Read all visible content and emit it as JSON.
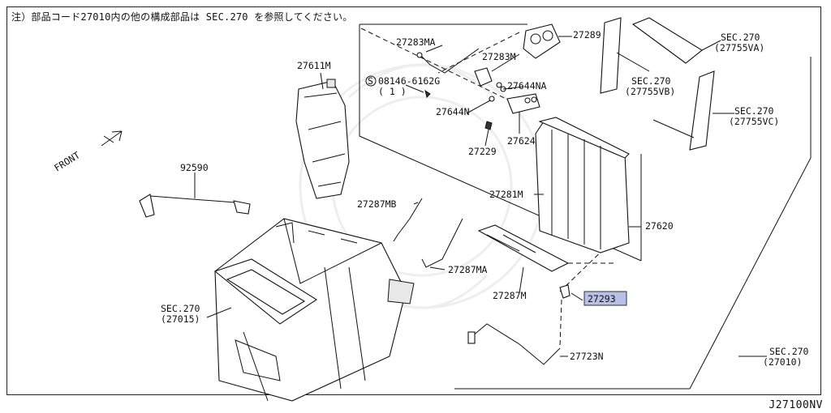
{
  "note": "注）部品コード27010内の他の構成部品は SEC.270 を参照してください。",
  "diagram_code": "J27100NV",
  "front_label": "FRONT",
  "highlight_color": "#b9c0e8",
  "labels": {
    "p27283MA": "27283MA",
    "p27289": "27289",
    "p27283M": "27283M",
    "p08146": "08146-6162G",
    "p08146_qty": "( 1 )",
    "s_symbol": "S",
    "p27644NA": "27644NA",
    "p27644N": "27644N",
    "p27611M": "27611M",
    "p27229": "27229",
    "p27624": "27624",
    "p92590": "92590",
    "p27281M": "27281M",
    "p27287MB": "27287MB",
    "p27620": "27620",
    "p27287MA": "27287MA",
    "p27287M": "27287M",
    "p27293": "27293",
    "p27723N": "27723N",
    "sec270_va": "SEC.270",
    "sec270_va_sub": "(27755VA)",
    "sec270_vb": "SEC.270",
    "sec270_vb_sub": "(27755VB)",
    "sec270_vc": "SEC.270",
    "sec270_vc_sub": "(27755VC)",
    "sec270_27015": "SEC.270",
    "sec270_27015_sub": "(27015)",
    "sec270_27010": "SEC.270",
    "sec270_27010_sub": "(27010)"
  }
}
